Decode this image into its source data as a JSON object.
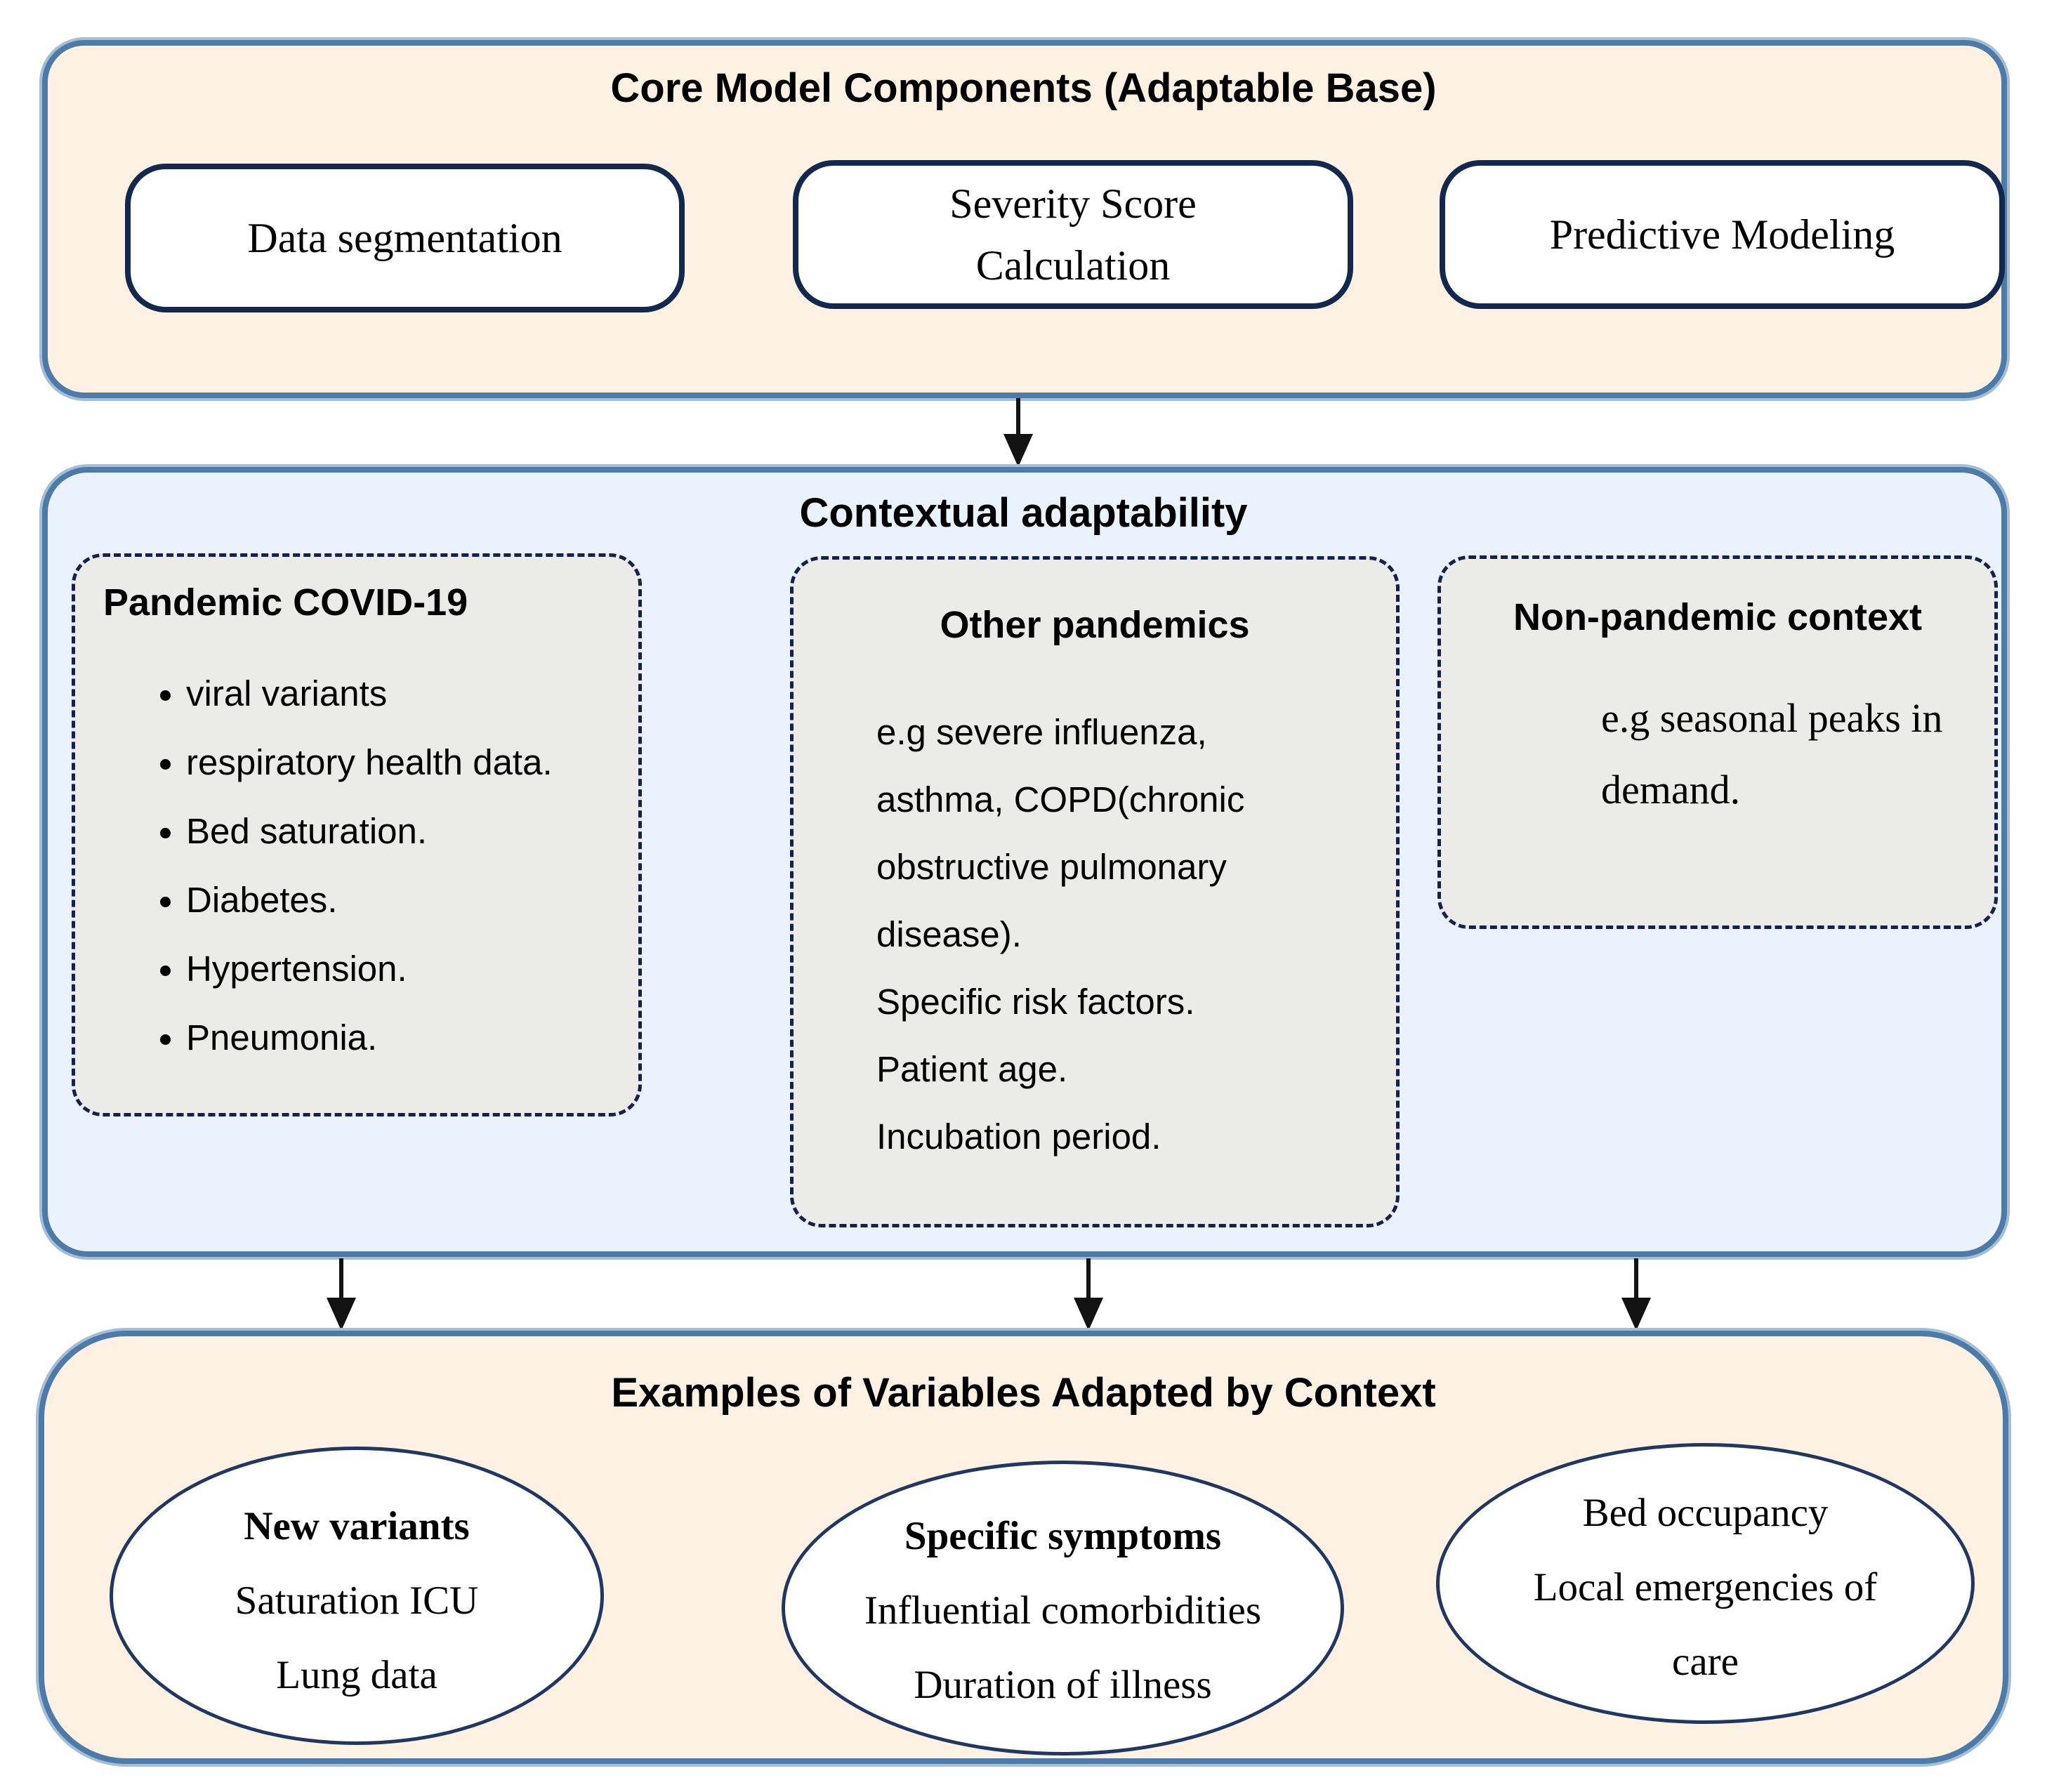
{
  "core": {
    "title": "Core Model Components (Adaptable Base)",
    "boxes": [
      {
        "lines": [
          "Data segmentation"
        ]
      },
      {
        "lines": [
          "Severity Score",
          "Calculation"
        ]
      },
      {
        "lines": [
          "Predictive Modeling"
        ]
      }
    ]
  },
  "contextual": {
    "title": "Contextual adaptability",
    "pandemic": {
      "title": "Pandemic COVID-19",
      "bullets": [
        "viral variants",
        "respiratory health data.",
        "Bed saturation.",
        "Diabetes.",
        "Hypertension.",
        "Pneumonia."
      ]
    },
    "other": {
      "title": "Other pandemics",
      "lines": [
        "e.g severe influenza,",
        "asthma, COPD(chronic",
        "obstructive pulmonary",
        "disease).",
        "Specific risk factors.",
        "Patient age.",
        "Incubation period."
      ]
    },
    "nonpandemic": {
      "title": "Non-pandemic context",
      "lines": [
        "e.g seasonal peaks in",
        "demand."
      ]
    }
  },
  "examples": {
    "title": "Examples of Variables Adapted by Context",
    "ellipses": [
      {
        "lines": [
          "New variants",
          "Saturation ICU",
          "Lung data"
        ]
      },
      {
        "lines": [
          "Specific symptoms",
          "Influential comorbidities",
          "Duration of illness"
        ]
      },
      {
        "lines": [
          "Bed occupancy",
          "Local emergencies of",
          "care"
        ]
      }
    ]
  },
  "colors": {
    "panel_cream": "#fcf1e2",
    "panel_light_blue": "#eaf2fd",
    "context_box_gray": "#ebebea",
    "panel_border_steel_blue": "#4d7aa6",
    "inner_border_navy": "#14284e",
    "dashed_border_navy": "#12224a",
    "arrow_black": "#121212"
  }
}
